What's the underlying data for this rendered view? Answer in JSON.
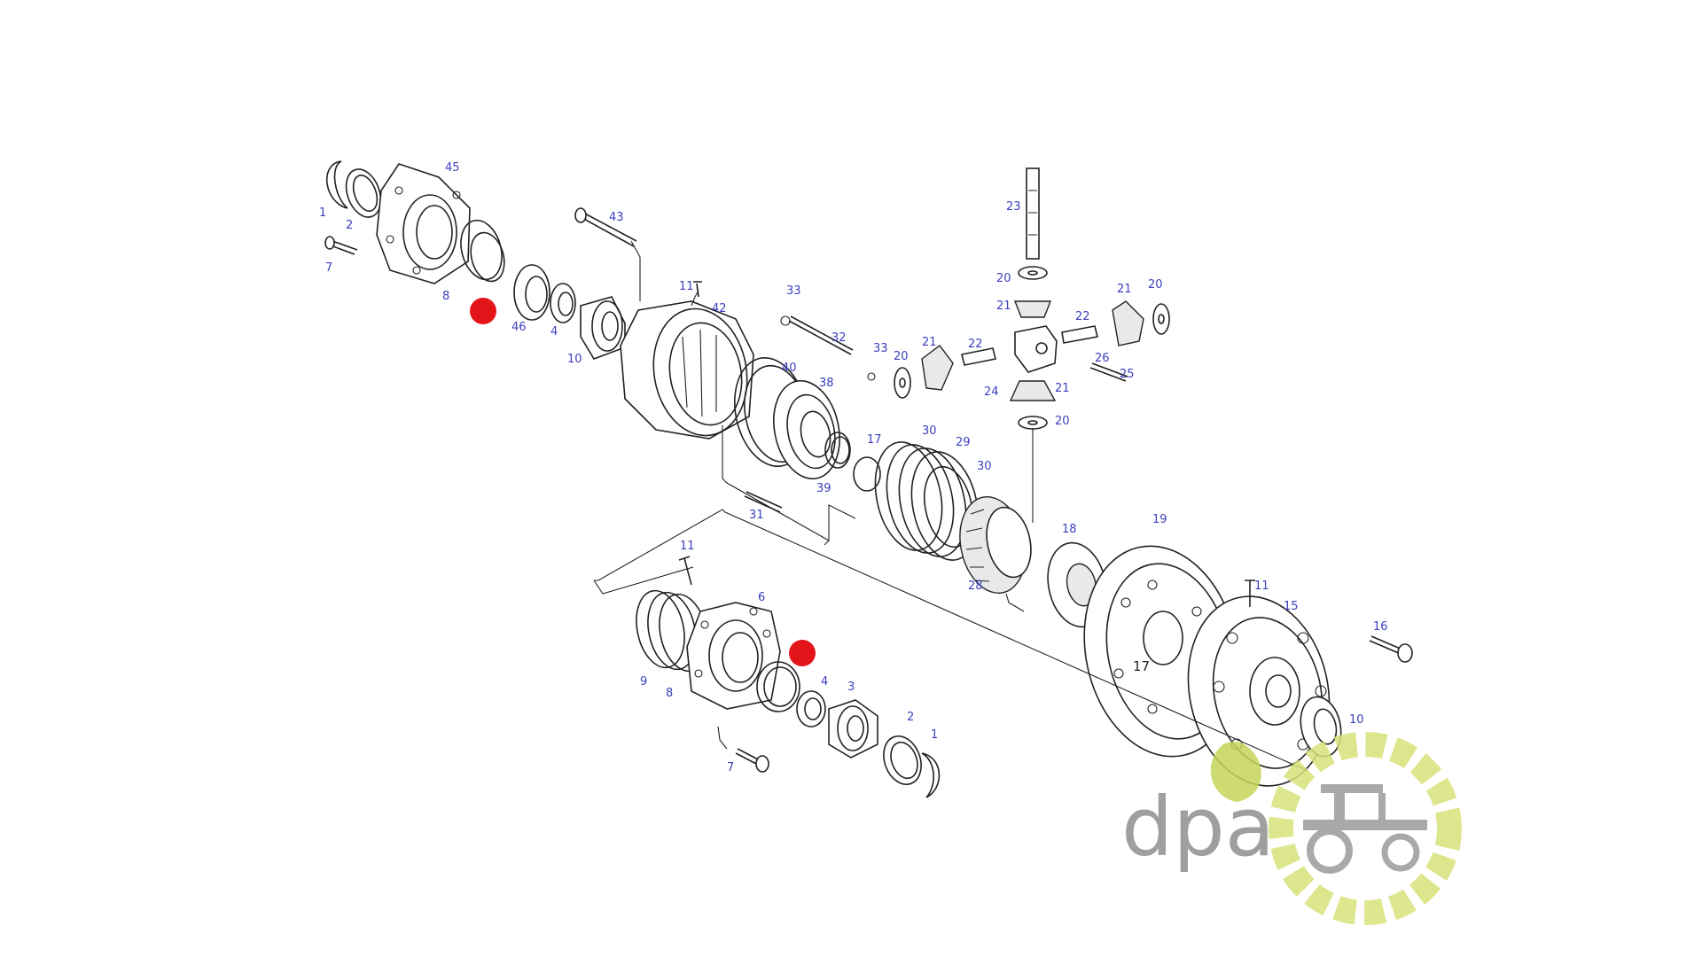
{
  "diagram": {
    "labels": [
      "1",
      "2",
      "7",
      "8",
      "45",
      "46",
      "4",
      "10",
      "43",
      "11",
      "42",
      "33",
      "32",
      "33",
      "40",
      "38",
      "39",
      "17",
      "31",
      "30",
      "29",
      "30",
      "28",
      "18",
      "19",
      "20",
      "21",
      "22",
      "24",
      "21",
      "20",
      "23",
      "20",
      "21",
      "22",
      "26",
      "25",
      "21",
      "20",
      "11",
      "6",
      "9",
      "8",
      "4",
      "3",
      "2",
      "1",
      "7",
      "11",
      "15",
      "16",
      "10",
      "17"
    ],
    "highlight_color": "#e3151b"
  },
  "logo": {
    "text": "dpa",
    "ring_color": "#d8e27a",
    "text_color": "#8f8f8f"
  }
}
